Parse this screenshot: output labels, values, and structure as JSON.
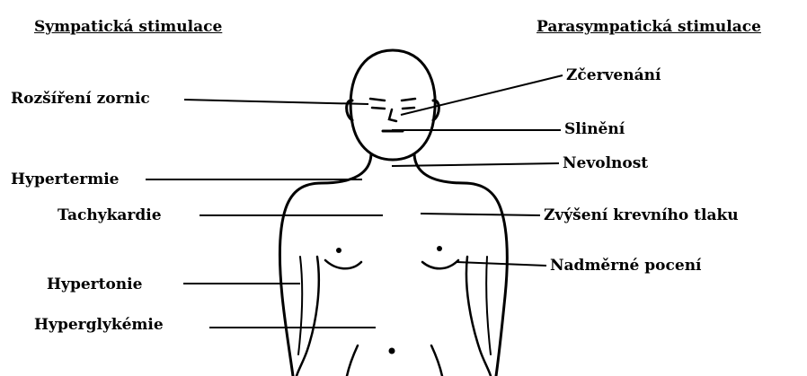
{
  "headers": {
    "left": "Sympatická stimulace",
    "right": "Parasympatická stimulace"
  },
  "left_labels": [
    "Rozšíření zornic",
    "Hypertermie",
    "Tachykardie",
    "Hypertonie",
    "Hyperglykémie"
  ],
  "right_labels": [
    "Zčervenání",
    "Slinění",
    "Nevolnost",
    "Zvýšení krevního tlaku",
    "Nadměrné pocení"
  ]
}
